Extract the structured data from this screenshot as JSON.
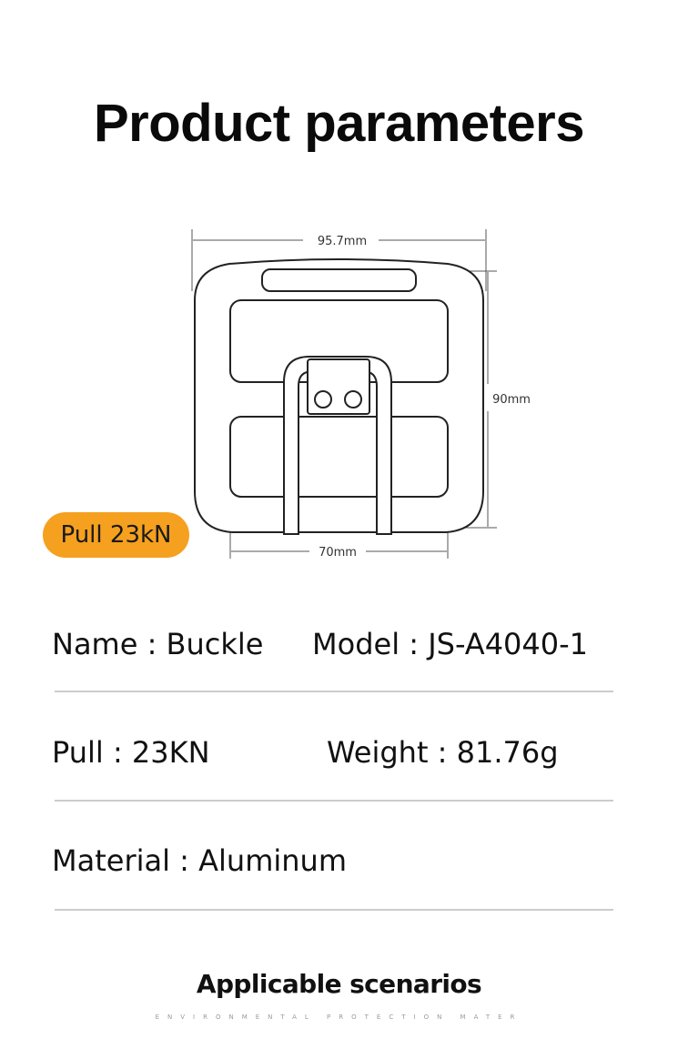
{
  "header": {
    "title": "Product parameters"
  },
  "diagram": {
    "width_label": "95.7mm",
    "height_label": "90mm",
    "inner_width_label": "70mm",
    "badge_label": "Pull 23kN"
  },
  "params": {
    "name": "Name : Buckle",
    "model": "Model : JS-A4040-1",
    "pull": "Pull : 23KN",
    "weight": "Weight : 81.76g",
    "material": "Material : Aluminum"
  },
  "scenarios": {
    "title": "Applicable scenarios",
    "subtitle": "ENVIRONMENTAL PROTECTION MATER"
  },
  "colors": {
    "badge": "#f5a01f",
    "divider": "#cccccc",
    "text": "#111111"
  }
}
